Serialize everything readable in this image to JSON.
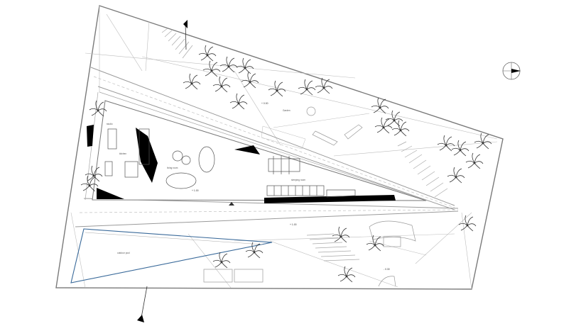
{
  "labels": {
    "garden": "Garden",
    "living_room": "living room",
    "kitchen": "kitchen",
    "studio": "studio",
    "sleeping_room": "sleeping room",
    "outdoor_pool": "outdoor pool"
  },
  "levels": {
    "garden": "+ 0.00",
    "living": "+ 1.00",
    "terrace": "+ 1.00",
    "entry": "- 0.30"
  },
  "icons": {
    "north_arrow": "north-arrow-icon",
    "compass": "compass-icon",
    "palm": "palm-tree-icon"
  },
  "colors": {
    "line": "#8a8a8a",
    "dark": "#000000",
    "water": "#3a6a9a"
  }
}
